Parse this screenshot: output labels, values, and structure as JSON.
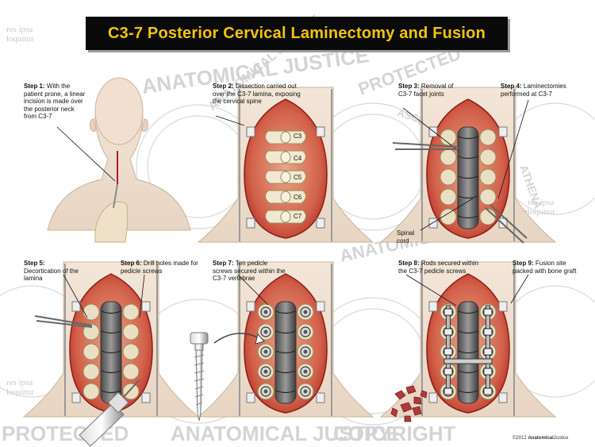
{
  "title": "C3-7 Posterior Cervical Laminectomy and Fusion",
  "steps": [
    {
      "label": "Step 1:",
      "text": "With the patient prone, a linear incision is made over the posterior neck from C3-7"
    },
    {
      "label": "Step 2:",
      "text": "Dissection carried out over the C3-7 lamina, exposing the cervical spine"
    },
    {
      "label": "Step 3:",
      "text": "Removal of C3-7 facet joints"
    },
    {
      "label": "Step 4:",
      "text": "Laminectomies performed at C3-7"
    },
    {
      "label": "Step 5:",
      "text": "Decortication of the lamina"
    },
    {
      "label": "Step 6:",
      "text": "Drill holes made for pedicle screws"
    },
    {
      "label": "Step 7:",
      "text": "Ten pedicle screws secured within the C3-7 vertebrae"
    },
    {
      "label": "Step 8:",
      "text": "Rods secured within the C3-7 pedicle screws"
    },
    {
      "label": "Step 9:",
      "text": "Fusion site packed with bone graft"
    }
  ],
  "vertebrae": [
    "C3",
    "C4",
    "C5",
    "C6",
    "C7"
  ],
  "spinal_cord_label": "Spinal cord",
  "copyright": "©2012",
  "brand": "Anatomical",
  "brand_suffix": "Justice",
  "watermark": {
    "words": [
      "PROTECTED",
      "COPYRIGHT",
      "ANATOMICAL JUSTICE",
      "ASCLEPIUS",
      "ATHENA"
    ],
    "motto": [
      "res ipsa",
      "loquitur"
    ]
  },
  "colors": {
    "title_bg": "#0a0a0a",
    "title_text": "#f2c40a",
    "tissue": "#c9302a",
    "skin": "#f0dfd0",
    "bone": "#f1e9cf"
  }
}
